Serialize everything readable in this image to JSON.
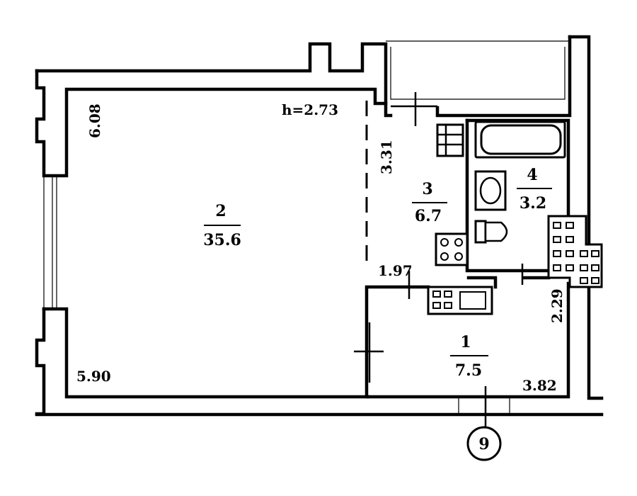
{
  "plan": {
    "ceiling_height": "h=2.73",
    "axis_marker": "9",
    "rooms": [
      {
        "number": "1",
        "area": "7.5"
      },
      {
        "number": "2",
        "area": "35.6"
      },
      {
        "number": "3",
        "area": "6.7"
      },
      {
        "number": "4",
        "area": "3.2"
      }
    ],
    "dimensions": {
      "living_depth": "6.08",
      "living_width": "5.90",
      "kitchen_depth": "3.31",
      "hall_depth": "1.97",
      "hall_side": "2.29",
      "hall_width": "3.82"
    }
  }
}
